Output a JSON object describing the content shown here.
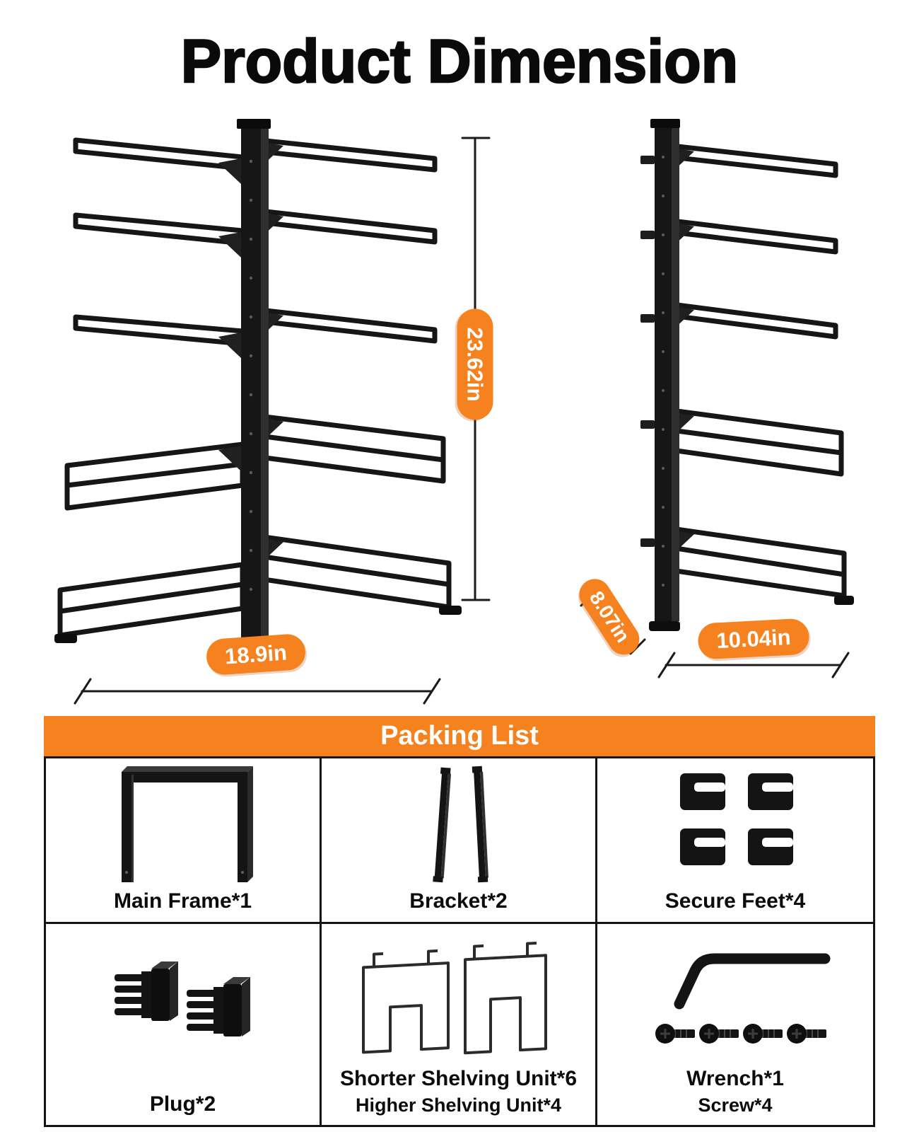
{
  "title": "Product Dimension",
  "colors": {
    "accent": "#F5821F",
    "ink": "#141414"
  },
  "dimensions": {
    "height": "23.62in",
    "width": "18.9in",
    "depth": "8.07in",
    "side_width": "10.04in"
  },
  "packing": {
    "header": "Packing List",
    "items": [
      {
        "id": "main-frame",
        "label": "Main Frame*1"
      },
      {
        "id": "bracket",
        "label": "Bracket*2"
      },
      {
        "id": "secure-feet",
        "label": "Secure Feet*4"
      },
      {
        "id": "plug",
        "label": "Plug*2"
      },
      {
        "id": "shelving-units",
        "label": "Shorter Shelving Unit*6",
        "label2": "Higher Shelving Unit*4"
      },
      {
        "id": "wrench-screw",
        "label": "Wrench*1",
        "label2": "Screw*4"
      }
    ]
  }
}
